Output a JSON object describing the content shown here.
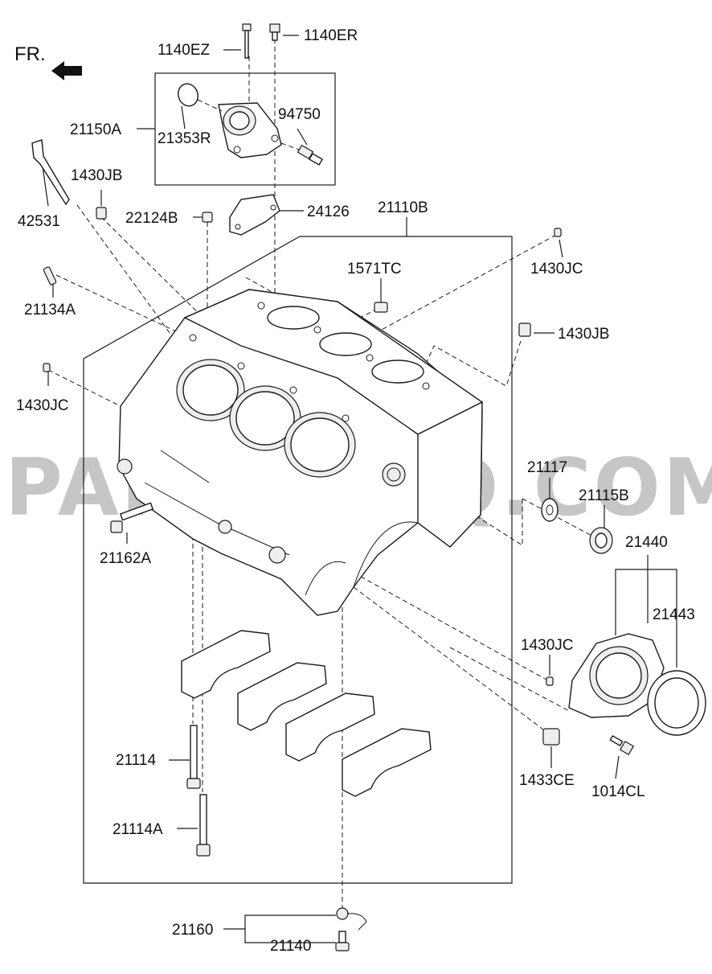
{
  "direction_marker": "FR.",
  "watermark": "PARTSOUQ.COM",
  "labels": {
    "p1140EZ": "1140EZ",
    "p1140ER": "1140ER",
    "p21150A": "21150A",
    "p94750": "94750",
    "p21353R": "21353R",
    "p1430JB_top": "1430JB",
    "p42531": "42531",
    "p22124B": "22124B",
    "p24126": "24126",
    "p21110B": "21110B",
    "p1571TC": "1571TC",
    "p1430JC_top": "1430JC",
    "p21134A": "21134A",
    "p1430JB_right": "1430JB",
    "p1430JC_left": "1430JC",
    "p21117": "21117",
    "p21115B": "21115B",
    "p21162A": "21162A",
    "p21440": "21440",
    "p21443": "21443",
    "p1430JC_right": "1430JC",
    "p21114": "21114",
    "p1433CE": "1433CE",
    "p1014CL": "1014CL",
    "p21114A": "21114A",
    "p21160": "21160",
    "p21140": "21140"
  }
}
